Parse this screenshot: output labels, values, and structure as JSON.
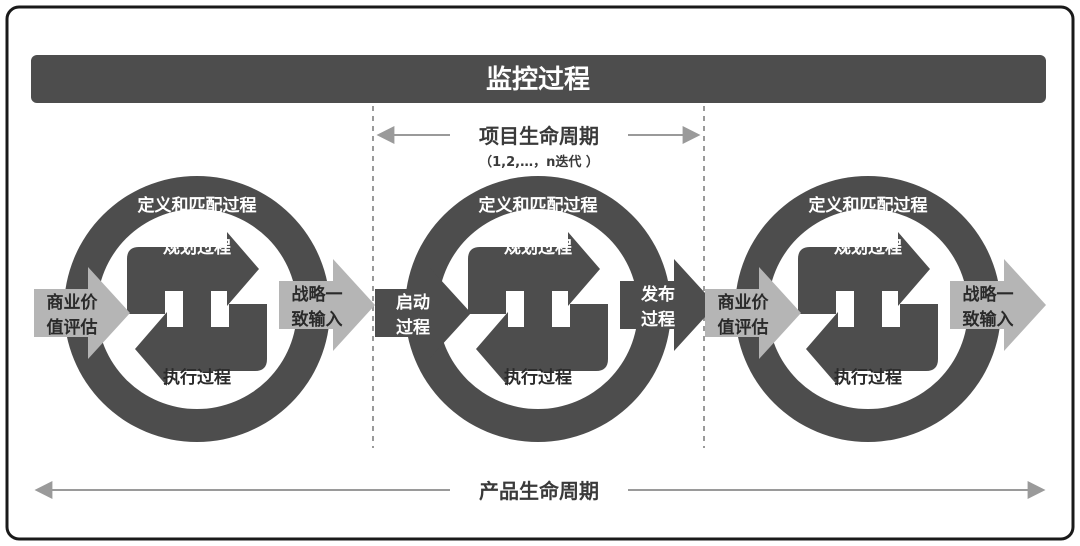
{
  "banner": {
    "title": "监控过程"
  },
  "project_lifecycle": {
    "label": "项目生命周期",
    "sublabel": "（1,2,…，n迭代 ）"
  },
  "product_lifecycle": {
    "label": "产品生命周期"
  },
  "cycles": [
    {
      "outer_label": "定义和匹配过程",
      "plan_label": "规划过程",
      "exec_label": "执行过程",
      "left_arrow": [
        "商业价",
        "值评估"
      ],
      "right_arrow": [
        "战略一",
        "致输入"
      ],
      "left_style": "light",
      "right_style": "light"
    },
    {
      "outer_label": "定义和匹配过程",
      "plan_label": "规划过程",
      "exec_label": "执行过程",
      "left_arrow": [
        "启动",
        "过程"
      ],
      "right_arrow": [
        "发布",
        "过程"
      ],
      "left_style": "dark",
      "right_style": "dark"
    },
    {
      "outer_label": "定义和匹配过程",
      "plan_label": "规划过程",
      "exec_label": "执行过程",
      "left_arrow": [
        "商业价",
        "值评估"
      ],
      "right_arrow": [
        "战略一",
        "致输入"
      ],
      "left_style": "light",
      "right_style": "light"
    }
  ],
  "colors": {
    "dark": "#4d4d4d",
    "light": "#b5b5b5",
    "lifecycle_arrow": "#9a9a9a",
    "frame": "#1a1a1a"
  }
}
